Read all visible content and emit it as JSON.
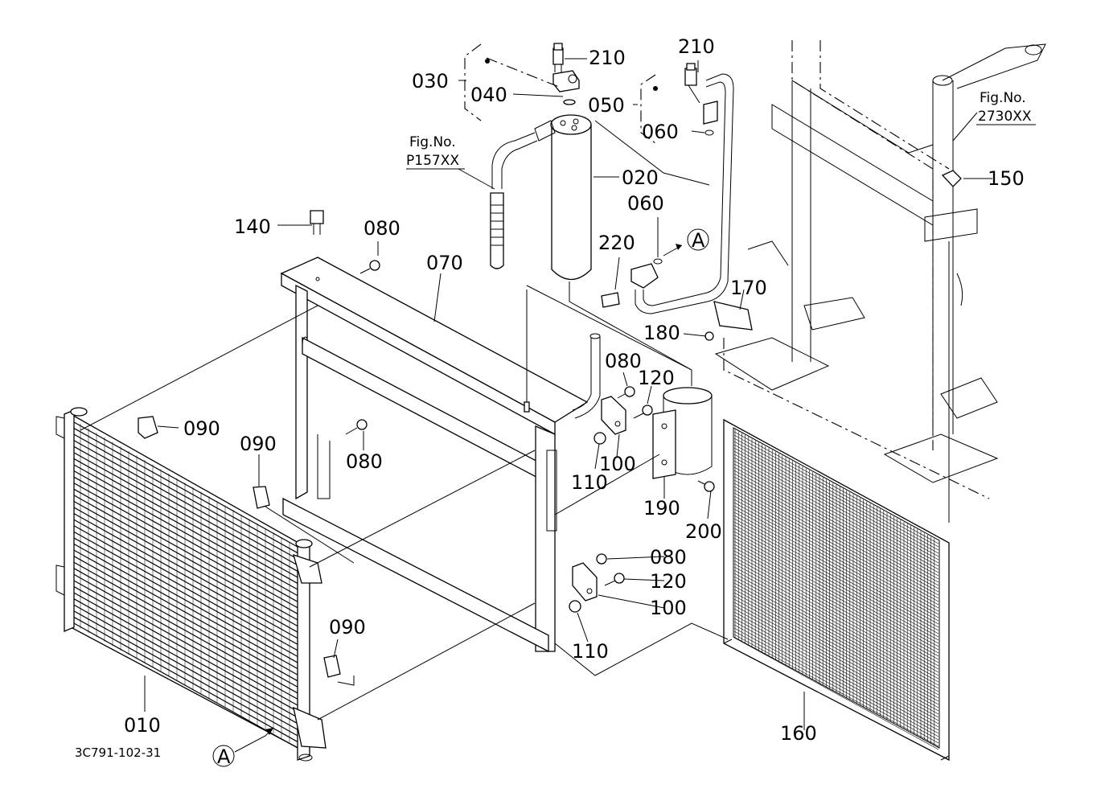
{
  "diagram_code": "3C791-102-31",
  "callouts": {
    "p010": "010",
    "p020": "020",
    "p030": "030",
    "p040": "040",
    "p050": "050",
    "p060a": "060",
    "p060b": "060",
    "p070": "070",
    "p080a": "080",
    "p080b": "080",
    "p080c": "080",
    "p080d": "080",
    "p090a": "090",
    "p090b": "090",
    "p090c": "090",
    "p100a": "100",
    "p100b": "100",
    "p110a": "110",
    "p110b": "110",
    "p120a": "120",
    "p120b": "120",
    "p140": "140",
    "p150": "150",
    "p160": "160",
    "p170": "170",
    "p180": "180",
    "p190": "190",
    "p200": "200",
    "p210a": "210",
    "p210b": "210",
    "p220": "220"
  },
  "references": {
    "fig_label": "Fig.No.",
    "fig_p157": "P157XX",
    "fig_2730": "2730XX"
  },
  "markers": {
    "a_top": "A",
    "a_bottom": "A"
  }
}
